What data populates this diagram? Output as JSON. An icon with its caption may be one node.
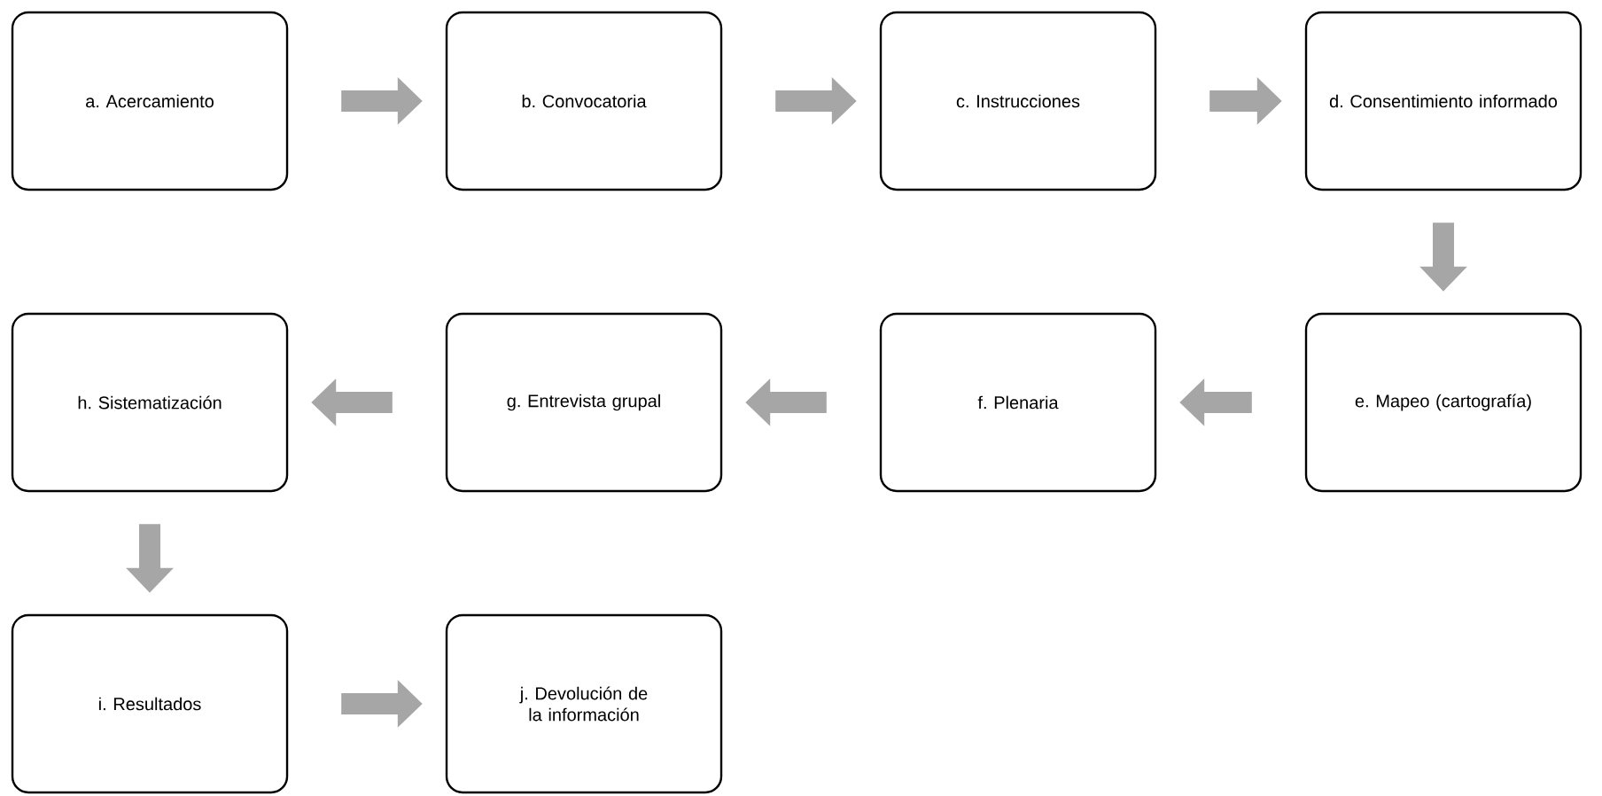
{
  "diagram": {
    "nodes": [
      {
        "text": [
          "a. Acercamiento"
        ]
      },
      {
        "text": [
          "b. Convocatoria"
        ]
      },
      {
        "text": [
          "c. Instrucciones"
        ]
      },
      {
        "text": [
          "d. Consentimiento informado"
        ]
      },
      {
        "text": [
          "e. Mapeo (cartografía)"
        ]
      },
      {
        "text": [
          "f. Plenaria"
        ]
      },
      {
        "text": [
          "g. Entrevista grupal"
        ]
      },
      {
        "text": [
          "h. Sistematización"
        ]
      },
      {
        "text": [
          "i. Resultados"
        ]
      },
      {
        "text": [
          "j. Devolución de la información"
        ]
      }
    ],
    "edges": [
      {
        "from": 0,
        "to": 1,
        "arrow": "to"
      },
      {
        "from": 1,
        "to": 2,
        "arrow": "to"
      },
      {
        "from": 2,
        "to": 3,
        "arrow": "to"
      },
      {
        "from": 3,
        "to": 4,
        "arrow": "to"
      },
      {
        "from": 4,
        "to": 5,
        "arrow": "to"
      },
      {
        "from": 5,
        "to": 6,
        "arrow": "to"
      },
      {
        "from": 6,
        "to": 7,
        "arrow": "to"
      },
      {
        "from": 7,
        "to": 8,
        "arrow": "to"
      },
      {
        "from": 8,
        "to": 9,
        "arrow": "to"
      }
    ]
  }
}
